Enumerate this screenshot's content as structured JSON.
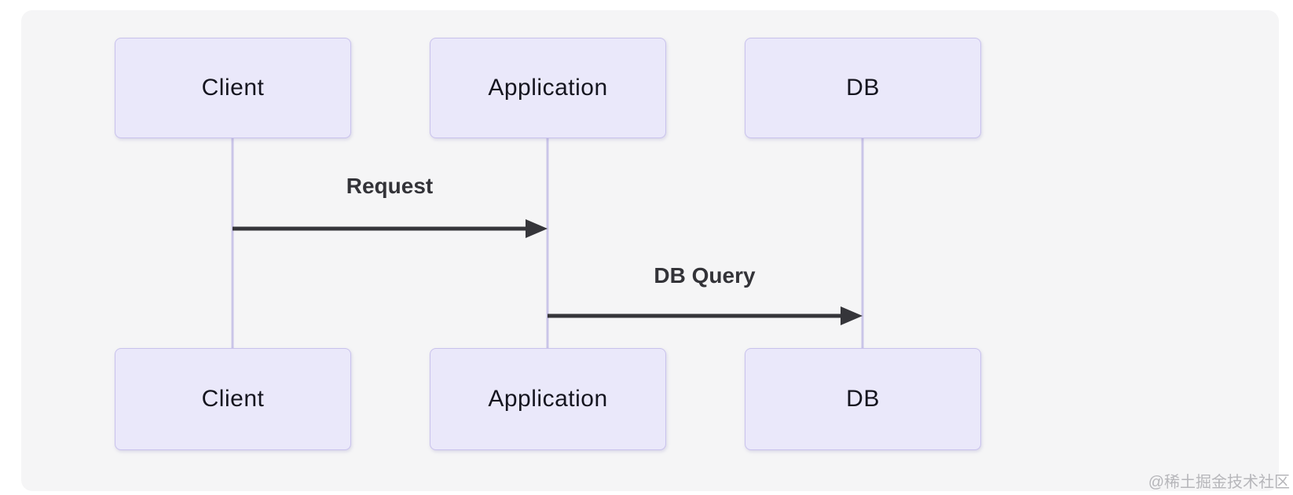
{
  "diagram": {
    "type": "sequence-diagram",
    "actors": [
      {
        "id": "client",
        "label": "Client"
      },
      {
        "id": "application",
        "label": "Application"
      },
      {
        "id": "db",
        "label": "DB"
      }
    ],
    "messages": [
      {
        "from": "client",
        "to": "application",
        "label": "Request",
        "arrow_style": "solid-filled-head"
      },
      {
        "from": "application",
        "to": "db",
        "label": "DB Query",
        "arrow_style": "solid-filled-head"
      }
    ],
    "colors": {
      "canvas_bg": "#f5f5f6",
      "page_bg": "#ffffff",
      "actor_fill": "#eae8fa",
      "actor_border": "#c9c2ec",
      "actor_text": "#15151f",
      "lifeline": "#cac5e8",
      "arrow": "#35353a",
      "message_text": "#333338"
    }
  },
  "watermark": {
    "text": "@稀土掘金技术社区"
  }
}
